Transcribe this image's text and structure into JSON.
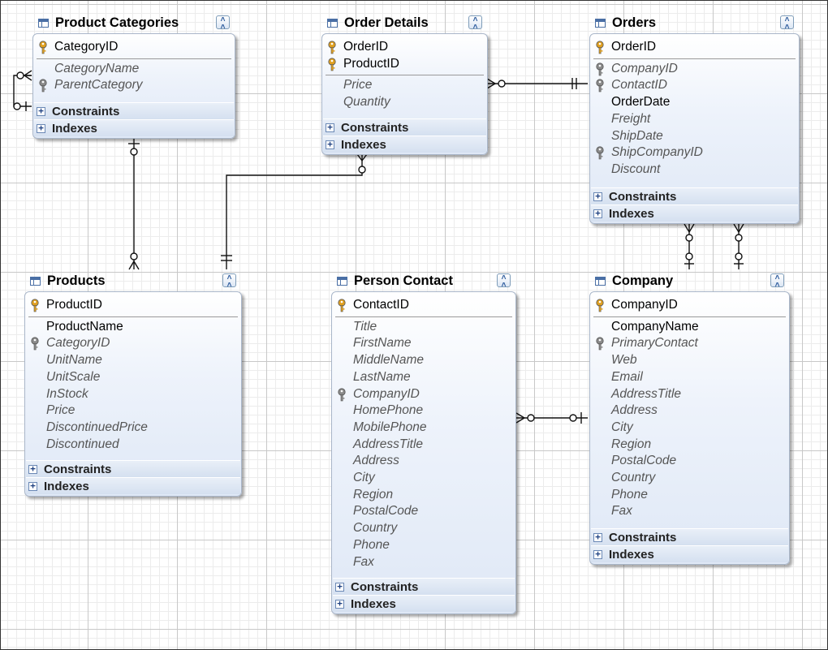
{
  "entities": {
    "product_categories": {
      "title": "Product Categories",
      "pk": [
        "CategoryID"
      ],
      "fields": [
        "CategoryName",
        "ParentCategory"
      ],
      "sections": [
        "Constraints",
        "Indexes"
      ]
    },
    "order_details": {
      "title": "Order Details",
      "pk": [
        "OrderID",
        "ProductID"
      ],
      "fields": [
        "Price",
        "Quantity"
      ],
      "sections": [
        "Constraints",
        "Indexes"
      ]
    },
    "orders": {
      "title": "Orders",
      "pk": [
        "OrderID"
      ],
      "fields": [
        "CompanyID",
        "ContactID",
        "OrderDate",
        "Freight",
        "ShipDate",
        "ShipCompanyID",
        "Discount"
      ],
      "sections": [
        "Constraints",
        "Indexes"
      ]
    },
    "products": {
      "title": "Products",
      "pk": [
        "ProductID"
      ],
      "fields": [
        "ProductName",
        "CategoryID",
        "UnitName",
        "UnitScale",
        "InStock",
        "Price",
        "DiscontinuedPrice",
        "Discontinued"
      ],
      "sections": [
        "Constraints",
        "Indexes"
      ]
    },
    "person_contact": {
      "title": "Person Contact",
      "pk": [
        "ContactID"
      ],
      "fields": [
        "Title",
        "FirstName",
        "MiddleName",
        "LastName",
        "CompanyID",
        "HomePhone",
        "MobilePhone",
        "AddressTitle",
        "Address",
        "City",
        "Region",
        "PostalCode",
        "Country",
        "Phone",
        "Fax"
      ],
      "sections": [
        "Constraints",
        "Indexes"
      ]
    },
    "company": {
      "title": "Company",
      "pk": [
        "CompanyID"
      ],
      "fields": [
        "CompanyName",
        "PrimaryContact",
        "Web",
        "Email",
        "AddressTitle",
        "Address",
        "City",
        "Region",
        "PostalCode",
        "Country",
        "Phone",
        "Fax"
      ],
      "sections": [
        "Constraints",
        "Indexes"
      ]
    }
  },
  "colors": {
    "gold_key": "#e0a020",
    "gray_key": "#8a8a8a",
    "header_blue": "#4a6fa5"
  }
}
